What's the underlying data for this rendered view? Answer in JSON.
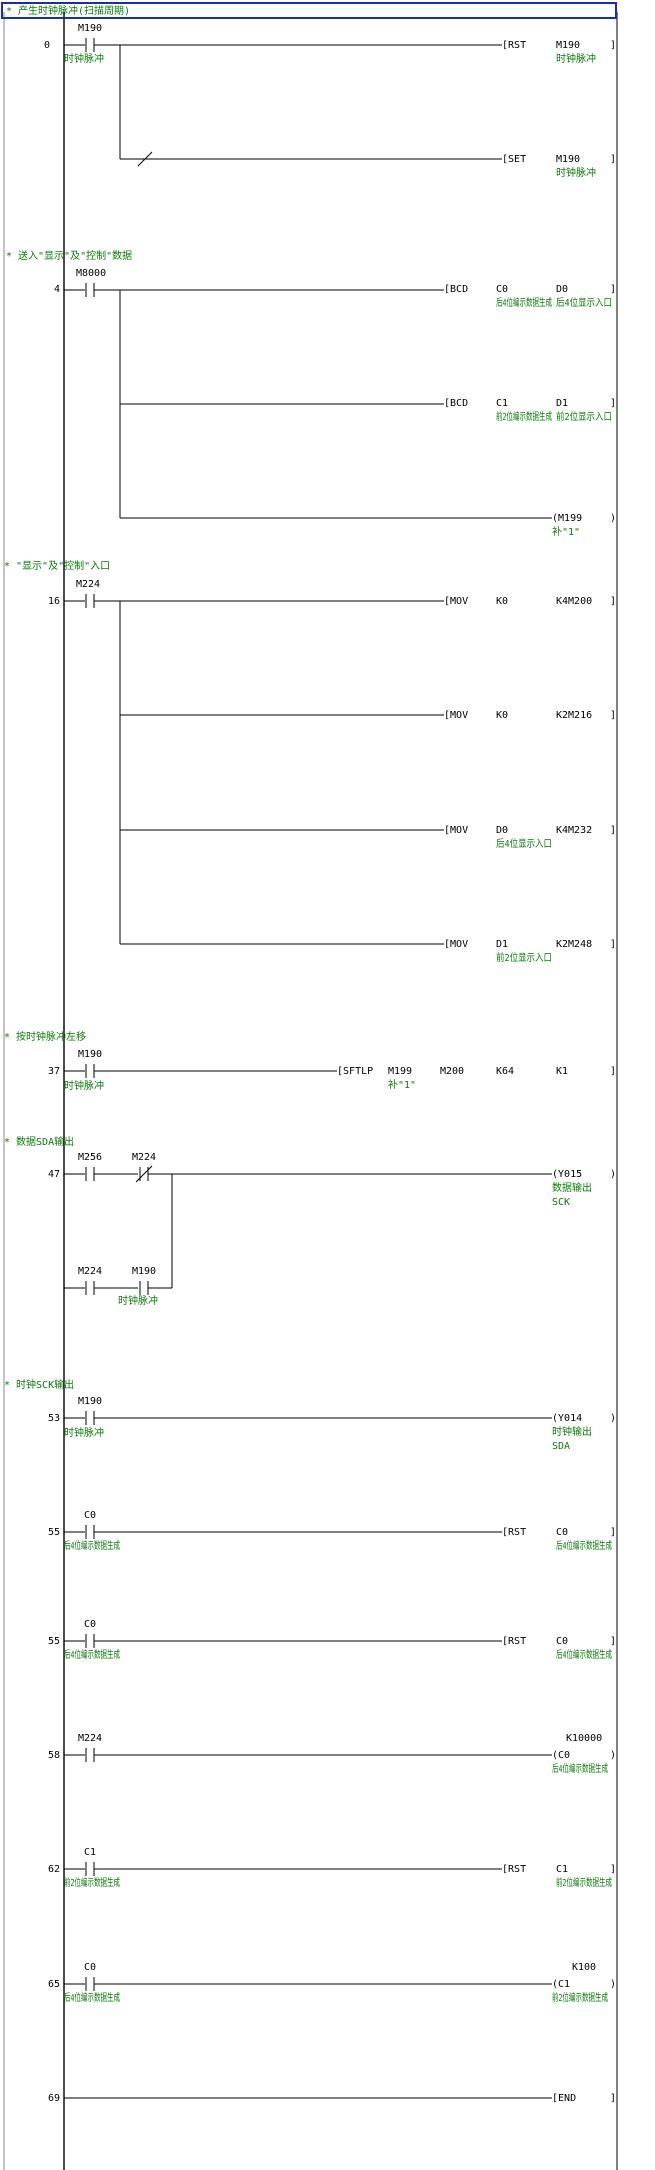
{
  "ladder": {
    "rungs": [
      {
        "comment": "* 产生时钟脉冲(扫描周期)",
        "step": "0",
        "contacts": [
          {
            "device": "M190",
            "label": "时钟脉冲",
            "type": "NO"
          }
        ],
        "outputs": [
          {
            "instr": "RST",
            "ops": [
              {
                "op": "M190",
                "label": "时钟脉冲"
              }
            ]
          },
          {
            "instr": "SET",
            "ops": [
              {
                "op": "M190",
                "label": "时钟脉冲"
              }
            ],
            "branch_contact": "NC"
          }
        ]
      },
      {
        "comment": "* 送入\"显示\"及\"控制\"数据",
        "step": "4",
        "contacts": [
          {
            "device": "M8000",
            "type": "NO"
          }
        ],
        "outputs": [
          {
            "instr": "BCD",
            "ops": [
              {
                "op": "C0",
                "label": "后4位编示数据生成"
              },
              {
                "op": "D0",
                "label": "后4位显示入口"
              }
            ]
          },
          {
            "instr": "BCD",
            "ops": [
              {
                "op": "C1",
                "label": "前2位编示数据生成"
              },
              {
                "op": "D1",
                "label": "前2位显示入口"
              }
            ]
          },
          {
            "instr": "M199",
            "ops": [
              {
                "op": "",
                "label": "补\"1\""
              }
            ],
            "coil": true
          }
        ]
      },
      {
        "comment": "* \"显示\"及\"控制\"入口",
        "step": "16",
        "contacts": [
          {
            "device": "M224",
            "type": "NO"
          }
        ],
        "outputs": [
          {
            "instr": "MOV",
            "ops": [
              {
                "op": "K0"
              },
              {
                "op": "K4M200"
              }
            ]
          },
          {
            "instr": "MOV",
            "ops": [
              {
                "op": "K0"
              },
              {
                "op": "K2M216"
              }
            ]
          },
          {
            "instr": "MOV",
            "ops": [
              {
                "op": "D0",
                "label": "后4位显示入口"
              },
              {
                "op": "K4M232"
              }
            ]
          },
          {
            "instr": "MOV",
            "ops": [
              {
                "op": "D1",
                "label": "前2位显示入口"
              },
              {
                "op": "K2M248"
              }
            ]
          }
        ]
      },
      {
        "comment": "* 按时钟脉冲左移",
        "step": "37",
        "contacts": [
          {
            "device": "M190",
            "label": "时钟脉冲",
            "type": "NO"
          }
        ],
        "outputs": [
          {
            "instr": "SFTLP",
            "ops": [
              {
                "op": "M199",
                "label": "补\"1\""
              },
              {
                "op": "M200"
              },
              {
                "op": "K64"
              },
              {
                "op": "K1"
              }
            ]
          }
        ]
      },
      {
        "comment": "* 数据SDA输出",
        "step": "47",
        "contacts": [
          {
            "device": "M256",
            "type": "NO"
          },
          {
            "device": "M224",
            "type": "NC"
          },
          {
            "device": "M224",
            "type": "NO"
          },
          {
            "device": "M190",
            "label": "时钟脉冲",
            "type": "NO"
          }
        ],
        "outputs": [
          {
            "instr": "Y015",
            "ops": [
              {
                "op": "",
                "label": "数据输出"
              },
              {
                "op": "",
                "label": "SCK"
              }
            ],
            "coil": true
          }
        ]
      },
      {
        "comment": "* 时钟SCK输出",
        "step": "53",
        "contacts": [
          {
            "device": "M190",
            "label": "时钟脉冲",
            "type": "NO"
          }
        ],
        "outputs": [
          {
            "instr": "Y014",
            "ops": [
              {
                "op": "",
                "label": "时钟输出"
              },
              {
                "op": "",
                "label": "SDA"
              }
            ],
            "coil": true
          }
        ]
      },
      {
        "step": "55",
        "contacts": [
          {
            "device": "C0",
            "label": "后4位编示数据生成",
            "type": "NO"
          }
        ],
        "outputs": [
          {
            "instr": "RST",
            "ops": [
              {
                "op": "C0",
                "label": "后4位编示数据生成"
              }
            ]
          }
        ]
      },
      {
        "step": "55",
        "contacts": [
          {
            "device": "C0",
            "label": "后4位编示数据生成",
            "type": "NO"
          }
        ],
        "outputs": [
          {
            "instr": "RST",
            "ops": [
              {
                "op": "C0",
                "label": "后4位编示数据生成"
              }
            ]
          }
        ]
      },
      {
        "step": "58",
        "contacts": [
          {
            "device": "M224",
            "type": "NO"
          }
        ],
        "outputs": [
          {
            "instr": "C0",
            "setval": "K10000",
            "ops": [
              {
                "op": "",
                "label": "后4位编示数据生成"
              }
            ],
            "coil": true
          }
        ]
      },
      {
        "step": "62",
        "contacts": [
          {
            "device": "C1",
            "label": "前2位编示数据生成",
            "type": "NO"
          }
        ],
        "outputs": [
          {
            "instr": "RST",
            "ops": [
              {
                "op": "C1",
                "label": "前2位编示数据生成"
              }
            ]
          }
        ]
      },
      {
        "step": "65",
        "contacts": [
          {
            "device": "C0",
            "label": "后4位编示数据生成",
            "type": "NO"
          }
        ],
        "outputs": [
          {
            "instr": "C1",
            "setval": "K100",
            "ops": [
              {
                "op": "",
                "label": "前2位编示数据生成"
              }
            ],
            "coil": true
          }
        ]
      },
      {
        "step": "69",
        "contacts": [],
        "outputs": [
          {
            "instr": "END",
            "ops": []
          }
        ]
      }
    ]
  },
  "colors": {
    "wire": "#000000",
    "comment": "#0a7a0a",
    "selection": "#1a2ea8",
    "rail": "#000000"
  }
}
